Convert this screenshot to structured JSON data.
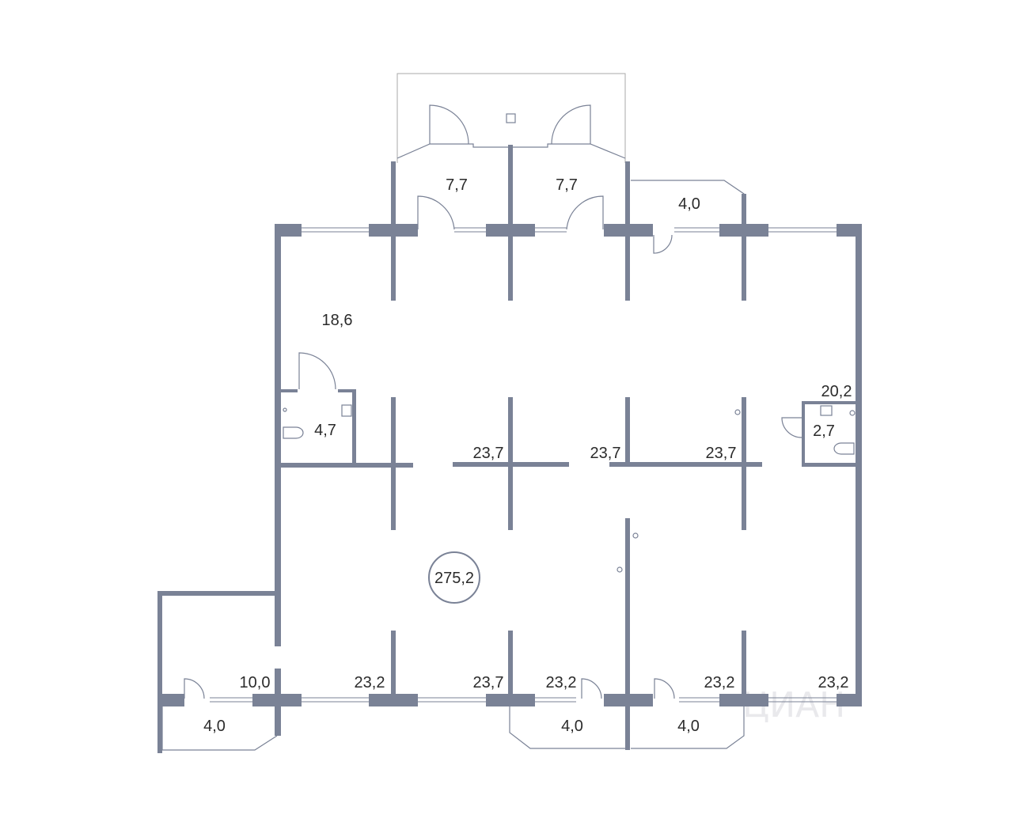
{
  "floorplan": {
    "total_area": "275,2",
    "watermark": "ЦИАН",
    "colors": {
      "wall": "#7a8296",
      "text": "#2b2b2b",
      "circle": "#7a8296"
    },
    "rooms": [
      {
        "id": "top-left-vestibule",
        "area": "7,7"
      },
      {
        "id": "top-right-vestibule",
        "area": "7,7"
      },
      {
        "id": "top-balcony",
        "area": "4,0"
      },
      {
        "id": "left-hall",
        "area": "18,6"
      },
      {
        "id": "left-bathroom",
        "area": "4,7"
      },
      {
        "id": "right-room-upper",
        "area": "20,2"
      },
      {
        "id": "right-bathroom",
        "area": "2,7"
      },
      {
        "id": "center-room-1",
        "area": "23,7"
      },
      {
        "id": "center-room-2",
        "area": "23,7"
      },
      {
        "id": "center-room-3",
        "area": "23,7"
      },
      {
        "id": "bottom-left-room",
        "area": "10,0"
      },
      {
        "id": "bottom-room-1",
        "area": "23,2"
      },
      {
        "id": "bottom-room-2",
        "area": "23,7"
      },
      {
        "id": "bottom-room-3",
        "area": "23,2"
      },
      {
        "id": "bottom-room-4",
        "area": "23,2"
      },
      {
        "id": "bottom-room-5",
        "area": "23,2"
      },
      {
        "id": "bottom-left-balcony",
        "area": "4,0"
      },
      {
        "id": "bottom-balcony-1",
        "area": "4,0"
      },
      {
        "id": "bottom-balcony-2",
        "area": "4,0"
      }
    ]
  }
}
